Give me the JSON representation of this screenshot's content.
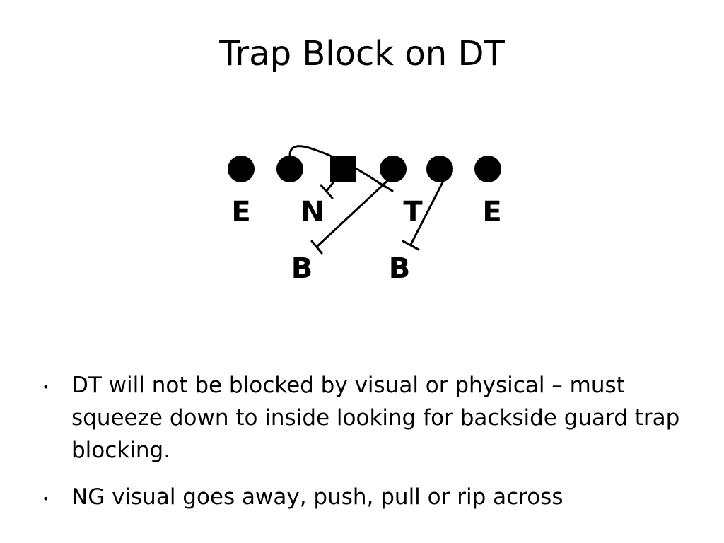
{
  "slide": {
    "title": "Trap Block on DT"
  },
  "diagram": {
    "offense_symbols": [
      "circle",
      "circle",
      "square",
      "circle",
      "circle",
      "circle"
    ],
    "defense_labels": {
      "left_end": "E",
      "nose_guard": "N",
      "tackle": "T",
      "right_end": "E",
      "left_backer": "B",
      "right_backer": "B"
    }
  },
  "bullets": [
    "DT will not be blocked by visual or physical – must squeeze down to inside looking for backside guard trap blocking.",
    "NG visual goes away, push, pull or rip across"
  ]
}
